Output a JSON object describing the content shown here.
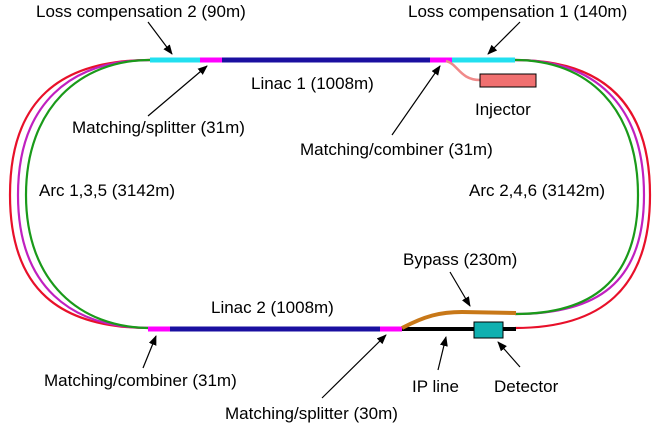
{
  "labels": {
    "loss_comp_2": "Loss compensation 2 (90m)",
    "loss_comp_1": "Loss compensation 1 (140m)",
    "linac_1": "Linac 1 (1008m)",
    "injector": "Injector",
    "matching_splitter_top": "Matching/splitter (31m)",
    "matching_combiner_top": "Matching/combiner (31m)",
    "arc_left": "Arc 1,3,5 (3142m)",
    "arc_right": "Arc 2,4,6 (3142m)",
    "bypass": "Bypass (230m)",
    "linac_2": "Linac 2 (1008m)",
    "matching_combiner_bottom": "Matching/combiner (31m)",
    "ip_line": "IP line",
    "detector": "Detector",
    "matching_splitter_bottom": "Matching/splitter (30m)"
  },
  "colors": {
    "linac": "#1a0fa0",
    "matching": "#ff00ff",
    "loss_compensation": "#22e0f0",
    "arc_red": "#e8102a",
    "arc_magenta": "#c020c0",
    "arc_green": "#1a9a1a",
    "injector_box": "#f07070",
    "injector_line": "#f08a8a",
    "bypass": "#c87818",
    "ip_line": "#000000",
    "detector": "#10b0b0"
  }
}
